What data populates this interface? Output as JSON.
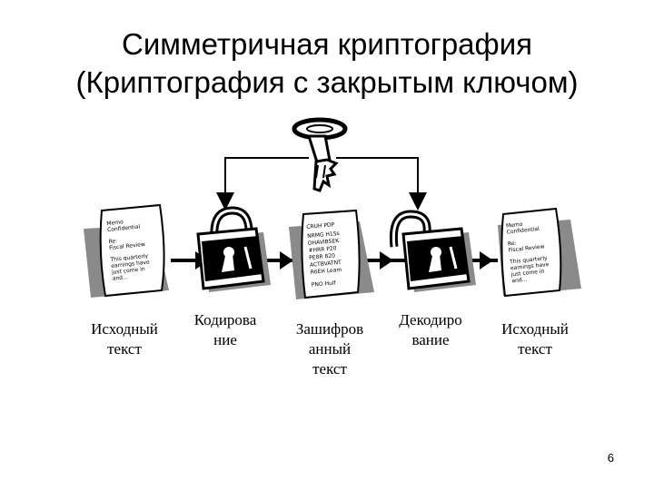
{
  "slide": {
    "title_line1": "Симметричная криптография",
    "title_line2": "(Криптография с закрытым ключом)",
    "page_number": "6"
  },
  "steps": [
    {
      "caption_l1": "Исходный",
      "caption_l2": "текст"
    },
    {
      "caption_l1": "Кодирова",
      "caption_l2": "ние"
    },
    {
      "caption_l1": "Зашифров",
      "caption_l2": "анный",
      "caption_l3": "текст"
    },
    {
      "caption_l1": "Декодиро",
      "caption_l2": "вание"
    },
    {
      "caption_l1": "Исходный",
      "caption_l2": "текст"
    }
  ],
  "documents": {
    "plain": [
      "Memo",
      "Confidential",
      "Re:",
      "Fiscal Review",
      "This quarterly",
      "earnings have",
      "just come in",
      "and..."
    ],
    "cipher": [
      "CRUH PDP",
      "NRMG H1Ss",
      "OHAVIBSEK",
      "#HRR P20",
      "PE8R 820",
      "ACTBVATNT",
      "R6EH Leam",
      "PNO Hulf"
    ]
  },
  "colors": {
    "ink": "#000000",
    "shadow": "#8a8a8a",
    "paper": "#ffffff"
  },
  "icons": [
    "key-icon",
    "padlock-closed-icon",
    "padlock-open-icon",
    "document-icon"
  ]
}
